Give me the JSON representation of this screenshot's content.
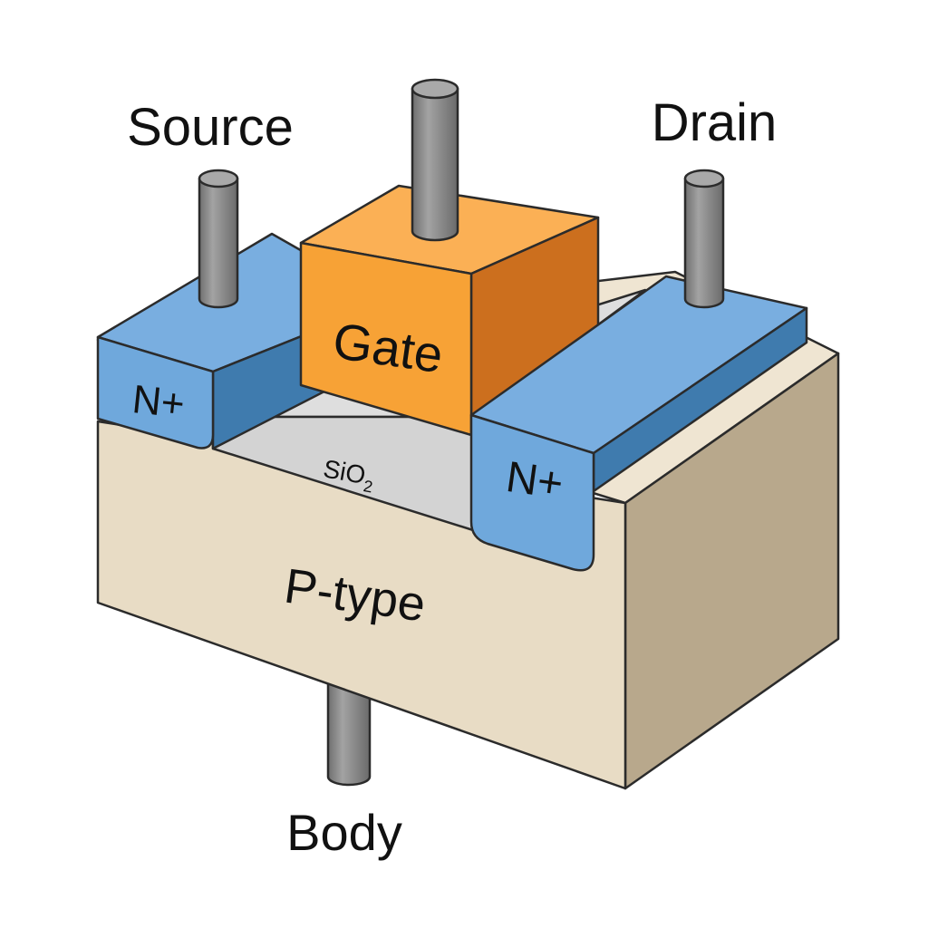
{
  "terminals": {
    "source": "Source",
    "gate": "Gate",
    "drain": "Drain",
    "body": "Body"
  },
  "regions": {
    "source_doping": "N+",
    "drain_doping": "N+",
    "oxide": "SiO",
    "oxide_subscript": "2",
    "substrate": "P-type"
  },
  "colors": {
    "substrate_front": "#E8DCC5",
    "substrate_top": "#EFE5D2",
    "substrate_side": "#B8A88C",
    "n_plus_front": "#6FA8DC",
    "n_plus_top": "#79AEE0",
    "n_plus_side": "#3F7BAE",
    "gate_front": "#F7A236",
    "gate_top": "#FBB055",
    "gate_side": "#CC6F1E",
    "oxide": "#D3D3D3",
    "oxide_top": "#DEDEDE",
    "pin": "#8A8A8A",
    "pin_top": "#A9A9A9",
    "outline": "#2B2B2B"
  }
}
